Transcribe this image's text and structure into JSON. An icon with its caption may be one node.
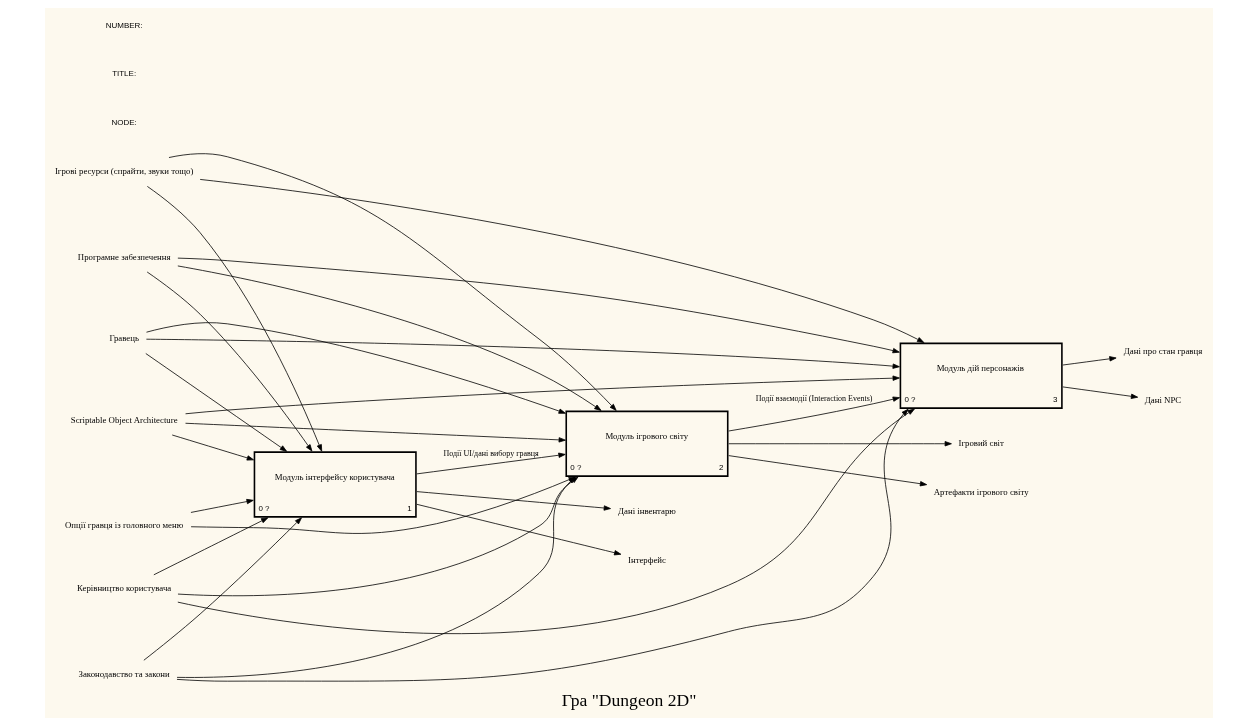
{
  "diagram": {
    "title": "Гра \"Dungeon 2D\"",
    "nodes": [
      {
        "text": [
          "Модуль інтерфейсу користувача",
          "0 ?",
          "1"
        ]
      },
      {
        "text": [
          "Модуль ігрового світу",
          "0 ?",
          "2"
        ]
      },
      {
        "text": [
          "Модуль дій персонажів",
          "0 ?",
          "3"
        ]
      },
      {
        "text": [
          "Керівництво користувача"
        ]
      },
      {
        "text": [
          "Законодавство та закони"
        ]
      },
      {
        "text": [
          "Ігрові ресурси (спрайти, звуки тощо)"
        ]
      },
      {
        "text": [
          "Опції гравця із головного меню"
        ]
      },
      {
        "text": [
          "Гравець"
        ]
      },
      {
        "text": [
          "Програмне забезпечення"
        ]
      },
      {
        "text": [
          "Scriptable Object Architecture"
        ]
      },
      {
        "text": [
          "Дані інвентарю"
        ]
      },
      {
        "text": [
          "Інтерфейс"
        ]
      },
      {
        "text": [
          "Артефакти ігрового світу"
        ]
      },
      {
        "text": [
          "Ігровий світ"
        ]
      },
      {
        "text": [
          "Дані про стан гравця"
        ]
      },
      {
        "text": [
          "Дані NPC"
        ]
      }
    ],
    "edges": [
      {
        "from": 4,
        "to": 0,
        "arrow": "to"
      },
      {
        "from": 3,
        "to": 0,
        "arrow": "to"
      },
      {
        "from": 3,
        "to": 1,
        "arrow": "to"
      },
      {
        "from": 4,
        "to": 1,
        "arrow": "to"
      },
      {
        "from": 4,
        "to": 2,
        "arrow": "to"
      },
      {
        "from": 3,
        "to": 2,
        "arrow": "to"
      },
      {
        "from": 6,
        "to": 0,
        "arrow": "to"
      },
      {
        "from": 5,
        "to": 0,
        "arrow": "to"
      },
      {
        "from": 0,
        "to": 1,
        "arrow": "to",
        "label": "Події UI/дані вибору гравця"
      },
      {
        "from": 6,
        "to": 1,
        "arrow": "to"
      },
      {
        "from": 5,
        "to": 1,
        "arrow": "to"
      },
      {
        "from": 5,
        "to": 2,
        "arrow": "to"
      },
      {
        "from": 1,
        "to": 2,
        "arrow": "to",
        "label": "Події взаємодії (Interaction Events)"
      },
      {
        "from": 0,
        "to": 10,
        "arrow": "to"
      },
      {
        "from": 0,
        "to": 11,
        "arrow": "to"
      },
      {
        "from": 1,
        "to": 12,
        "arrow": "to"
      },
      {
        "from": 1,
        "to": 13,
        "arrow": "to"
      },
      {
        "from": 2,
        "to": 14,
        "arrow": "to"
      },
      {
        "from": 2,
        "to": 15,
        "arrow": "to"
      },
      {
        "from": 9,
        "to": 0,
        "arrow": "to"
      },
      {
        "from": 8,
        "to": 0,
        "arrow": "to"
      },
      {
        "from": 7,
        "to": 0,
        "arrow": "to"
      },
      {
        "from": 8,
        "to": 1,
        "arrow": "to"
      },
      {
        "from": 7,
        "to": 1,
        "arrow": "to"
      },
      {
        "from": 9,
        "to": 1,
        "arrow": "to"
      },
      {
        "from": 7,
        "to": 2,
        "arrow": "to"
      },
      {
        "from": 9,
        "to": 2,
        "arrow": "to"
      },
      {
        "from": 8,
        "to": 2,
        "arrow": "to"
      }
    ],
    "labels": [
      "NODE:",
      "TITLE:",
      "NUMBER:"
    ]
  }
}
